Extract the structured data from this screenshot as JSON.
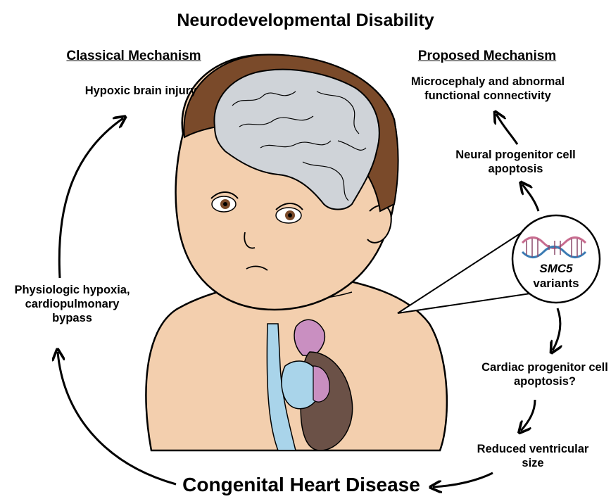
{
  "title": "Neurodevelopmental Disability",
  "classical": {
    "heading": "Classical Mechanism",
    "top_label": "Hypoxic brain injury",
    "side_label": "Physiologic hypoxia, cardiopulmonary bypass"
  },
  "proposed": {
    "heading": "Proposed Mechanism",
    "outcome": "Microcephaly and abnormal functional connectivity",
    "neural": "Neural progenitor cell apoptosis",
    "gene": "SMC5",
    "gene_suffix": "variants",
    "cardiac": "Cardiac progenitor cell apoptosis?",
    "ventricle": "Reduced ventricular size"
  },
  "bottom": "Congenital Heart Disease",
  "colors": {
    "skin": "#f3cfae",
    "hair": "#7a4a2a",
    "brain": "#cfd3d8",
    "vessel_blue": "#a9d4ea",
    "vessel_purple": "#c98fc1",
    "ventricle_dark": "#6b5147"
  }
}
